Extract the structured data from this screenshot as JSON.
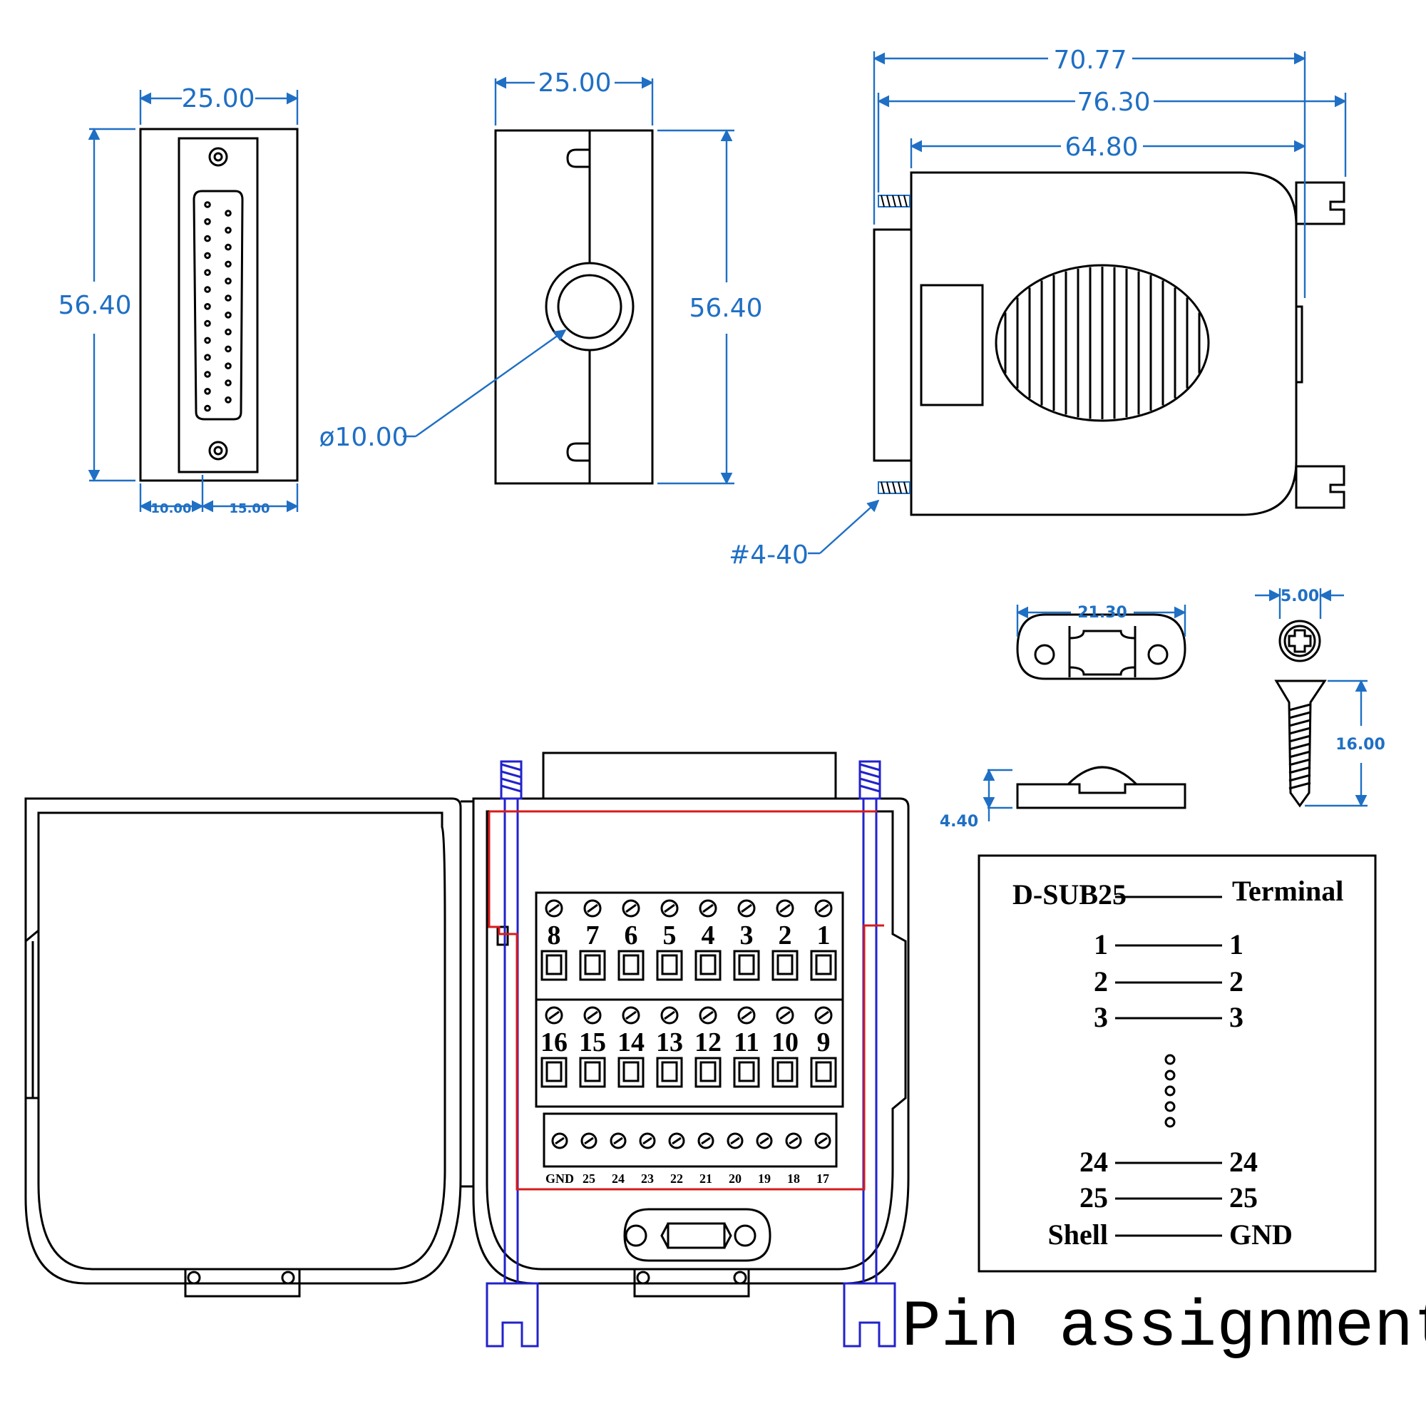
{
  "dimensions": {
    "front_width": "25.00",
    "front_height": "56.40",
    "front_offset_left": "10.00",
    "front_offset_right": "15.00",
    "side_width": "25.00",
    "side_height": "56.40",
    "hole_diameter": "ø10.00",
    "top_overall_1": "70.77",
    "top_overall_2": "76.30",
    "top_body": "64.80",
    "screw_thread": "#4-40",
    "clamp_width": "21.30",
    "clamp_height": "4.40",
    "screw_head": "5.00",
    "screw_length": "16.00"
  },
  "terminal_rows": {
    "row1": [
      "8",
      "7",
      "6",
      "5",
      "4",
      "3",
      "2",
      "1"
    ],
    "row2": [
      "16",
      "15",
      "14",
      "13",
      "12",
      "11",
      "10",
      "9"
    ],
    "row3": [
      "GND",
      "25",
      "24",
      "23",
      "22",
      "21",
      "20",
      "19",
      "18",
      "17"
    ]
  },
  "pin_table": {
    "header_left": "D-SUB25",
    "header_right": "Terminal",
    "rows": [
      {
        "left": "1",
        "right": "1"
      },
      {
        "left": "2",
        "right": "2"
      },
      {
        "left": "3",
        "right": "3"
      },
      {
        "left": "24",
        "right": "24"
      },
      {
        "left": "25",
        "right": "25"
      },
      {
        "left": "Shell",
        "right": "GND"
      }
    ],
    "caption": "Pin assignment"
  },
  "colors": {
    "dimension": "#1f6fc4",
    "outline": "#000000",
    "standoff": "#2222cc",
    "pcb": "#d81b1b"
  }
}
